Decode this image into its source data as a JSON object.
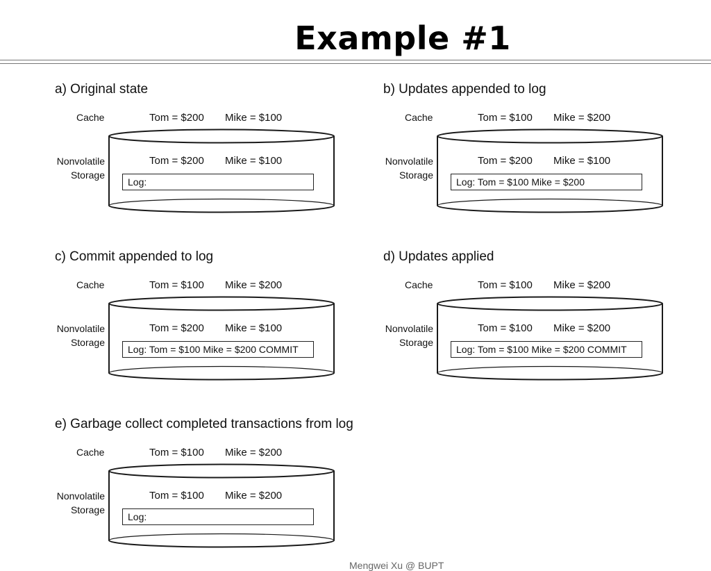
{
  "title": "Example #1",
  "footer": "Mengwei Xu @ BUPT",
  "labels": {
    "cache": "Cache",
    "nonvolatile": "Nonvolatile",
    "storage": "Storage"
  },
  "panels": [
    {
      "title": "a) Original state",
      "cache": {
        "tom": "Tom = $200",
        "mike": "Mike = $100"
      },
      "storage": {
        "tom": "Tom = $200",
        "mike": "Mike = $100"
      },
      "log": "Log:"
    },
    {
      "title": "b) Updates appended to log",
      "cache": {
        "tom": "Tom = $100",
        "mike": "Mike = $200"
      },
      "storage": {
        "tom": "Tom = $200",
        "mike": "Mike = $100"
      },
      "log": "Log: Tom = $100 Mike = $200"
    },
    {
      "title": "c) Commit appended to log",
      "cache": {
        "tom": "Tom = $100",
        "mike": "Mike = $200"
      },
      "storage": {
        "tom": "Tom = $200",
        "mike": "Mike = $100"
      },
      "log": "Log: Tom = $100 Mike = $200 COMMIT"
    },
    {
      "title": "d) Updates applied",
      "cache": {
        "tom": "Tom = $100",
        "mike": "Mike = $200"
      },
      "storage": {
        "tom": "Tom = $100",
        "mike": "Mike = $200"
      },
      "log": "Log: Tom = $100 Mike = $200 COMMIT"
    },
    {
      "title": "e) Garbage collect completed transactions from log",
      "cache": {
        "tom": "Tom = $100",
        "mike": "Mike = $200"
      },
      "storage": {
        "tom": "Tom = $100",
        "mike": "Mike = $200"
      },
      "log": "Log:"
    }
  ]
}
